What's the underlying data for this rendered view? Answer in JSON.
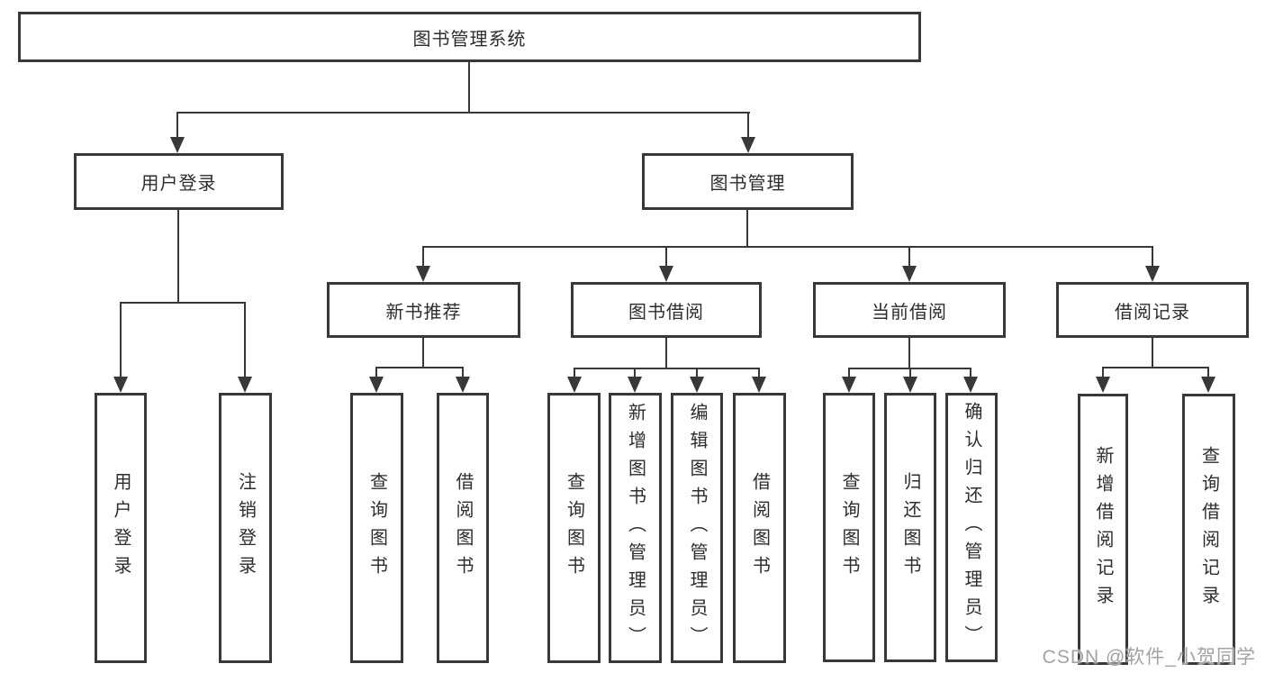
{
  "nodes": {
    "root": "图书管理系统",
    "level2": {
      "user_login": "用户登录",
      "book_management": "图书管理"
    },
    "level3": {
      "new_book_recommend": "新书推荐",
      "book_borrowing": "图书借阅",
      "current_borrowing": "当前借阅",
      "borrowing_records": "借阅记录"
    },
    "leaves": {
      "user_login": "用户登录",
      "logout_login": "注销登录",
      "recommend_query_books": "查询图书",
      "recommend_borrow_books": "借阅图书",
      "borrowing_query_books": "查询图书",
      "borrowing_add_books": "新增图书（管理员）",
      "borrowing_edit_books": "编辑图书（管理员）",
      "borrowing_borrow_books": "借阅图书",
      "current_query_books": "查询图书",
      "current_return_books": "归还图书",
      "current_confirm_return": "确认归还（管理员）",
      "records_add_record": "新增借阅记录",
      "records_query_record": "查询借阅记录"
    }
  },
  "watermark": "CSDN @软件_小贺同学",
  "colors": {
    "line": "#383838",
    "text": "#2d2d2d",
    "background": "#ffffff",
    "watermark": "#a2a2a6"
  }
}
